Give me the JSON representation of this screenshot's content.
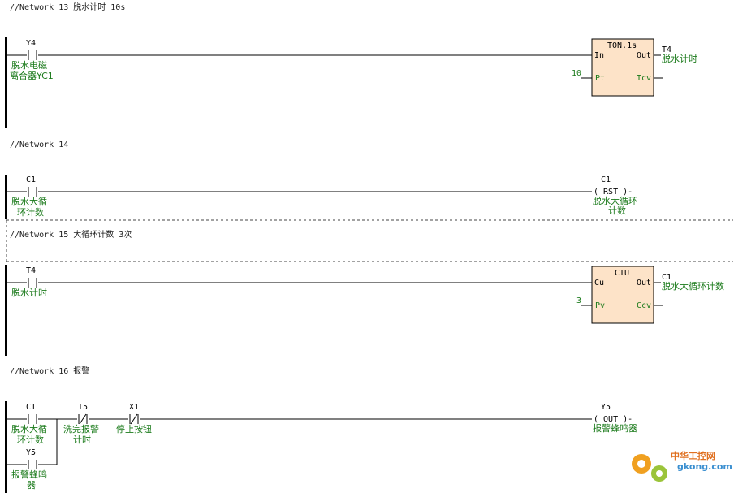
{
  "networks": [
    {
      "comment": "//Network 13  脱水计时  10s",
      "contact": {
        "symbol": "Y4",
        "type": "NO",
        "label_lines": [
          "脱水电磁",
          "离合器YC1"
        ]
      },
      "block": {
        "title": "TON.1s",
        "in_pin": "In",
        "out_pin": "Out",
        "pt_pin": "Pt",
        "tcv_pin": "Tcv",
        "pt_value": "10",
        "out_symbol": "T4",
        "out_label": "脱水计时"
      }
    },
    {
      "comment": "//Network 14",
      "contact": {
        "symbol": "C1",
        "type": "NO",
        "label_lines": [
          "脱水大循",
          "环计数"
        ]
      },
      "coil": {
        "symbol": "C1",
        "text": "( RST )-",
        "label_lines": [
          "脱水大循环",
          "计数"
        ]
      }
    },
    {
      "comment": "//Network 15  大循环计数  3次",
      "contact": {
        "symbol": "T4",
        "type": "NO",
        "label_lines": [
          "脱水计时"
        ]
      },
      "block": {
        "title": "CTU",
        "in_pin": "Cu",
        "out_pin": "Out",
        "pt_pin": "Pv",
        "tcv_pin": "Ccv",
        "pt_value": "3",
        "out_symbol": "C1",
        "out_label": "脱水大循环计数"
      }
    },
    {
      "comment": "//Network 16  报警",
      "contacts": [
        {
          "symbol": "C1",
          "type": "NO",
          "label_lines": [
            "脱水大循",
            "环计数"
          ]
        },
        {
          "symbol": "T5",
          "type": "NC",
          "label_lines": [
            "洗完报警",
            "计时"
          ]
        },
        {
          "symbol": "X1",
          "type": "NC",
          "label_lines": [
            "停止按钮"
          ]
        }
      ],
      "parallel": {
        "symbol": "Y5",
        "type": "NO",
        "label_lines": [
          "报警蜂鸣",
          "器"
        ]
      },
      "coil": {
        "symbol": "Y5",
        "text": "( OUT )-",
        "label_lines": [
          "报警蜂鸣器"
        ]
      }
    }
  ],
  "watermark": {
    "site_cn": "中华工控网",
    "site_url": "gkong.com"
  },
  "colors": {
    "label": "#1a7a1a",
    "block_fill": "#fde3c8",
    "rail": "#000000"
  }
}
